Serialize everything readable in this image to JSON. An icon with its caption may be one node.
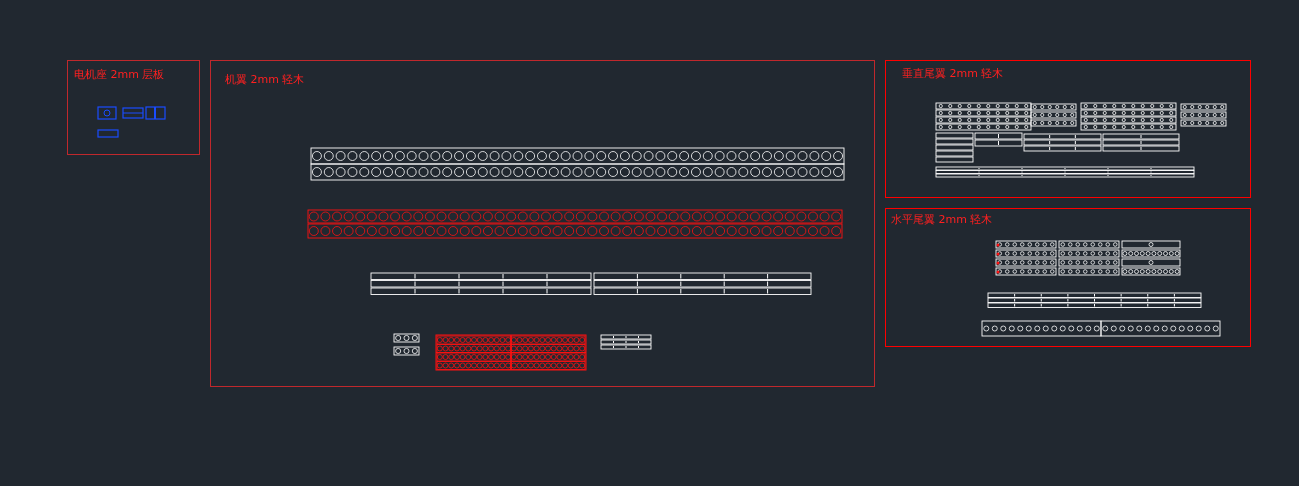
{
  "diagram": {
    "nodes": [
      {
        "text": [
          "电机座 2mm 层板"
        ]
      },
      {
        "text": [
          "机翼 2mm 轻木"
        ]
      },
      {
        "text": [
          "垂直尾翼 2mm 轻木"
        ]
      },
      {
        "text": [
          "水平尾翼 2mm 轻木"
        ]
      }
    ]
  }
}
